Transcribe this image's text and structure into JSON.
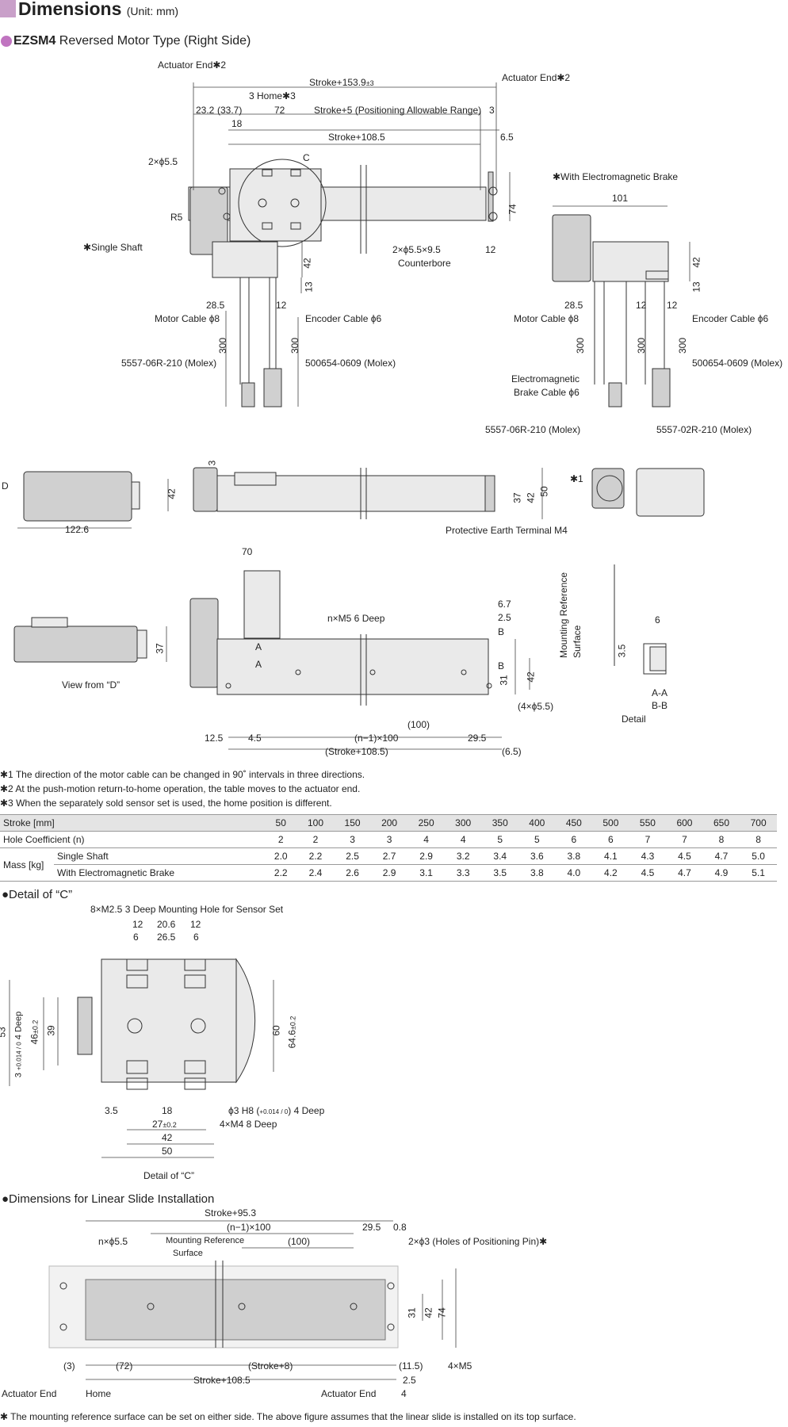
{
  "header": {
    "title": "Dimensions",
    "unit": "(Unit: mm)",
    "model": "EZSM4",
    "subtitle": "Reversed Motor Type (Right Side)"
  },
  "top_drawing": {
    "actuator_end_left": "Actuator End✱2",
    "actuator_end_right": "Actuator End✱2",
    "stroke_total": "Stroke+153.9",
    "stroke_total_tol": "±3",
    "home": "3 Home✱3",
    "d_23_2": "23.2",
    "d_33_7": "(33.7)",
    "d_72": "72",
    "stroke_pos_range": "Stroke+5 (Positioning Allowable Range)",
    "d_3": "3",
    "d_18": "18",
    "stroke_108_5": "Stroke+108.5",
    "d_6_5": "6.5",
    "c_label": "C",
    "hole_2x55": "2×ϕ5.5",
    "r5": "R5",
    "single_shaft": "✱Single Shaft",
    "d_74": "74",
    "counterbore_1": "2×ϕ5.5×9.5",
    "counterbore_2": "Counterbore",
    "d_12_a": "12",
    "d_42_a": "42",
    "d_13_a": "13",
    "d_28_5_a": "28.5",
    "d_12_b": "12",
    "motor_cable": "Motor Cable ϕ8",
    "encoder_cable": "Encoder Cable ϕ6",
    "d_300_a": "300",
    "d_300_b": "300",
    "conn_motor": "5557-06R-210 (Molex)",
    "conn_encoder": "500654-0609 (Molex)"
  },
  "brake_drawing": {
    "title": "✱With Electromagnetic Brake",
    "d_101": "101",
    "d_42": "42",
    "d_13": "13",
    "d_28_5": "28.5",
    "d_12_a": "12",
    "d_12_b": "12",
    "motor_cable": "Motor Cable ϕ8",
    "encoder_cable": "Encoder Cable ϕ6",
    "d_300_a": "300",
    "d_300_b": "300",
    "d_300_c": "300",
    "brake_cable_1": "Electromagnetic",
    "brake_cable_2": "Brake Cable ϕ6",
    "conn_encoder": "500654-0609 (Molex)",
    "conn_motor": "5557-06R-210 (Molex)",
    "conn_brake": "5557-02R-210 (Molex)"
  },
  "side_drawing": {
    "d_label": "D",
    "d_42_a": "42",
    "d_122_6": "122.6",
    "d_3": "3",
    "d_37": "37",
    "d_42_b": "42",
    "d_50": "50",
    "pe_terminal": "Protective Earth Terminal M4",
    "note1_mark": "✱1"
  },
  "bottom_drawing": {
    "d_70": "70",
    "d_6_7": "6.7",
    "d_2_5": "2.5",
    "b_top": "B",
    "b_bot": "B",
    "nxm5": "n×M5 6 Deep",
    "a_top": "A",
    "a_bot": "A",
    "d_31": "31",
    "d_42": "42",
    "d_37": "37",
    "view_from_d": "View from “D”",
    "hole_4x55": "(4×ϕ5.5)",
    "d_100": "(100)",
    "d_12_5": "12.5",
    "d_4_5": "4.5",
    "n_minus_1": "(n−1)×100",
    "d_29_5": "29.5",
    "stroke_108_5": "(Stroke+108.5)",
    "d_6_5": "(6.5)",
    "mount_ref_1": "Mounting Reference",
    "mount_ref_2": "Surface",
    "d_3_5": "3.5",
    "d_6": "6",
    "aa": "A-A",
    "bb": "B-B",
    "detail": "Detail"
  },
  "notes": [
    "✱1 The direction of the motor cable can be changed in 90˚ intervals in three directions.",
    "✱2 At the push-motion return-to-home operation, the table moves to the actuator end.",
    "✱3 When the separately sold sensor set is used, the home position is different."
  ],
  "spec_table": {
    "stroke_label": "Stroke [mm]",
    "strokes": [
      "50",
      "100",
      "150",
      "200",
      "250",
      "300",
      "350",
      "400",
      "450",
      "500",
      "550",
      "600",
      "650",
      "700"
    ],
    "hole_label": "Hole Coefficient (n)",
    "holes": [
      "2",
      "2",
      "3",
      "3",
      "4",
      "4",
      "5",
      "5",
      "6",
      "6",
      "7",
      "7",
      "8",
      "8"
    ],
    "mass_label": "Mass [kg]",
    "single_label": "Single Shaft",
    "single": [
      "2.0",
      "2.2",
      "2.5",
      "2.7",
      "2.9",
      "3.2",
      "3.4",
      "3.6",
      "3.8",
      "4.1",
      "4.3",
      "4.5",
      "4.7",
      "5.0"
    ],
    "brake_label": "With Electromagnetic Brake",
    "brake": [
      "2.2",
      "2.4",
      "2.6",
      "2.9",
      "3.1",
      "3.3",
      "3.5",
      "3.8",
      "4.0",
      "4.2",
      "4.5",
      "4.7",
      "4.9",
      "5.1"
    ]
  },
  "detail_c": {
    "heading": "●Detail of “C”",
    "holes_label": "8×M2.5 3 Deep Mounting Hole for Sensor Set",
    "d_12_a": "12",
    "d_20_6": "20.6",
    "d_12_b": "12",
    "d_6_a": "6",
    "d_26_5": "26.5",
    "d_6_b": "6",
    "d_53": "53",
    "d_3": "3",
    "d_3_tol": "+0.014 / 0",
    "d_4deep": "4 Deep",
    "d_46": "46",
    "d_46_tol": "±0.2",
    "d_39": "39",
    "d_60": "60",
    "d_64_6": "64.6",
    "d_64_6_tol": "±0.2",
    "d_3_5": "3.5",
    "d_18": "18",
    "phi3": "ϕ3 H8",
    "phi3_tol": "+0.014 / 0",
    "phi3_deep": "4 Deep",
    "d_27": "27",
    "d_27_tol": "±0.2",
    "m4": "4×M4 8 Deep",
    "d_42": "42",
    "d_50": "50",
    "caption": "Detail of “C”"
  },
  "linear_slide": {
    "heading": "●Dimensions for Linear Slide Installation",
    "stroke_95_3": "Stroke+95.3",
    "n_minus_1": "(n−1)×100",
    "d_29_5": "29.5",
    "d_0_8": "0.8",
    "nx55": "n×ϕ5.5",
    "mount_ref_1": "Mounting Reference",
    "mount_ref_2": "Surface",
    "d_100": "(100)",
    "pin_holes": "2×ϕ3 (Holes of Positioning Pin)✱",
    "d_31": "31",
    "d_42": "42",
    "d_74": "74",
    "d_3": "(3)",
    "d_72": "(72)",
    "stroke_8": "(Stroke+8)",
    "d_11_5": "(11.5)",
    "m5": "4×M5",
    "stroke_108_5": "Stroke+108.5",
    "d_2_5": "2.5",
    "d_4": "4",
    "actuator_end_left": "Actuator End",
    "home": "Home",
    "actuator_end_right": "Actuator End",
    "footnote": "✱ The mounting reference surface can be set on either side. The above figure assumes that the linear slide is installed on its top surface."
  }
}
